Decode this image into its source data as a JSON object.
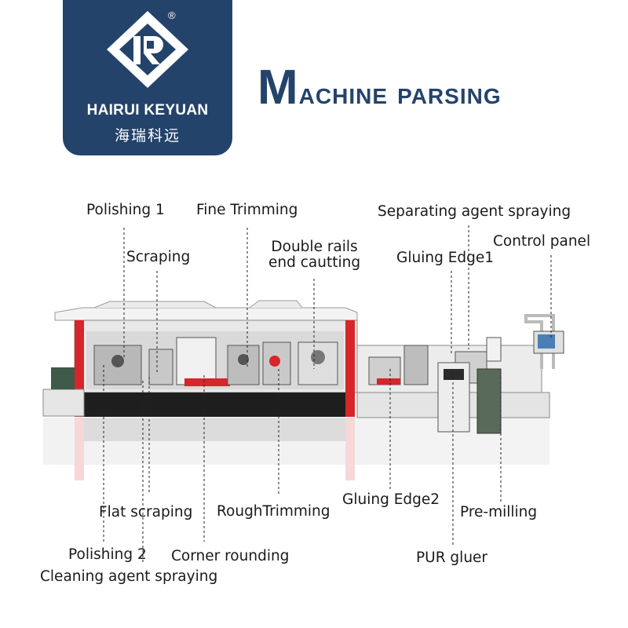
{
  "brand": {
    "name_en": "HAIRUI KEYUAN",
    "name_cn": "海瑞科远",
    "registered_mark": "®",
    "badge_color": "#24436b"
  },
  "title": {
    "first_letter": "M",
    "rest": "achine parsing",
    "color": "#24436b"
  },
  "labels": {
    "polishing_1": "Polishing 1",
    "fine_trimming": "Fine Trimming",
    "separating_agent_spraying": "Separating agent spraying",
    "control_panel": "Control panel",
    "scraping": "Scraping",
    "double_rails_line1": "Double rails",
    "double_rails_line2": "end cautting",
    "gluing_edge_1": "Gluing Edge1",
    "flat_scraping": "Flat scraping",
    "rough_trimming": "RoughTrimming",
    "gluing_edge_2": "Gluing Edge2",
    "pre_milling": "Pre-milling",
    "polishing_2": "Polishing 2",
    "corner_rounding": "Corner rounding",
    "pur_gluer": "PUR gluer",
    "cleaning_agent_spraying": "Cleaning agent spraying"
  },
  "colors": {
    "machine_red": "#d6262b",
    "machine_body": "#e9e9e9",
    "machine_black": "#1e1e1e"
  }
}
